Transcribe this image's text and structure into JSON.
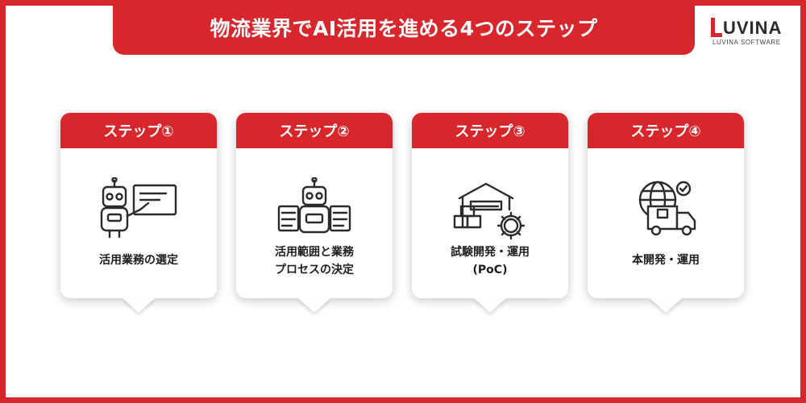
{
  "header": {
    "title": "物流業界でAI活用を進める4つのステップ"
  },
  "logo": {
    "wordmark": "LUVINA",
    "tagline": "LUVINA SOFTWARE"
  },
  "colors": {
    "accent": "#d8262d",
    "text": "#1e1e1e",
    "icon": "#2b2b2b"
  },
  "steps": [
    {
      "heading": "ステップ①",
      "icon": "robot-presentation-icon",
      "lines": [
        "活用業務の選定"
      ]
    },
    {
      "heading": "ステップ②",
      "icon": "robot-documents-icon",
      "lines": [
        "活用範囲と業務",
        "プロセスの決定"
      ]
    },
    {
      "heading": "ステップ③",
      "icon": "warehouse-gear-icon",
      "lines": [
        "試験開発・運用",
        "(PoC)"
      ]
    },
    {
      "heading": "ステップ④",
      "icon": "delivery-truck-globe-icon",
      "lines": [
        "本開発・運用"
      ]
    }
  ]
}
